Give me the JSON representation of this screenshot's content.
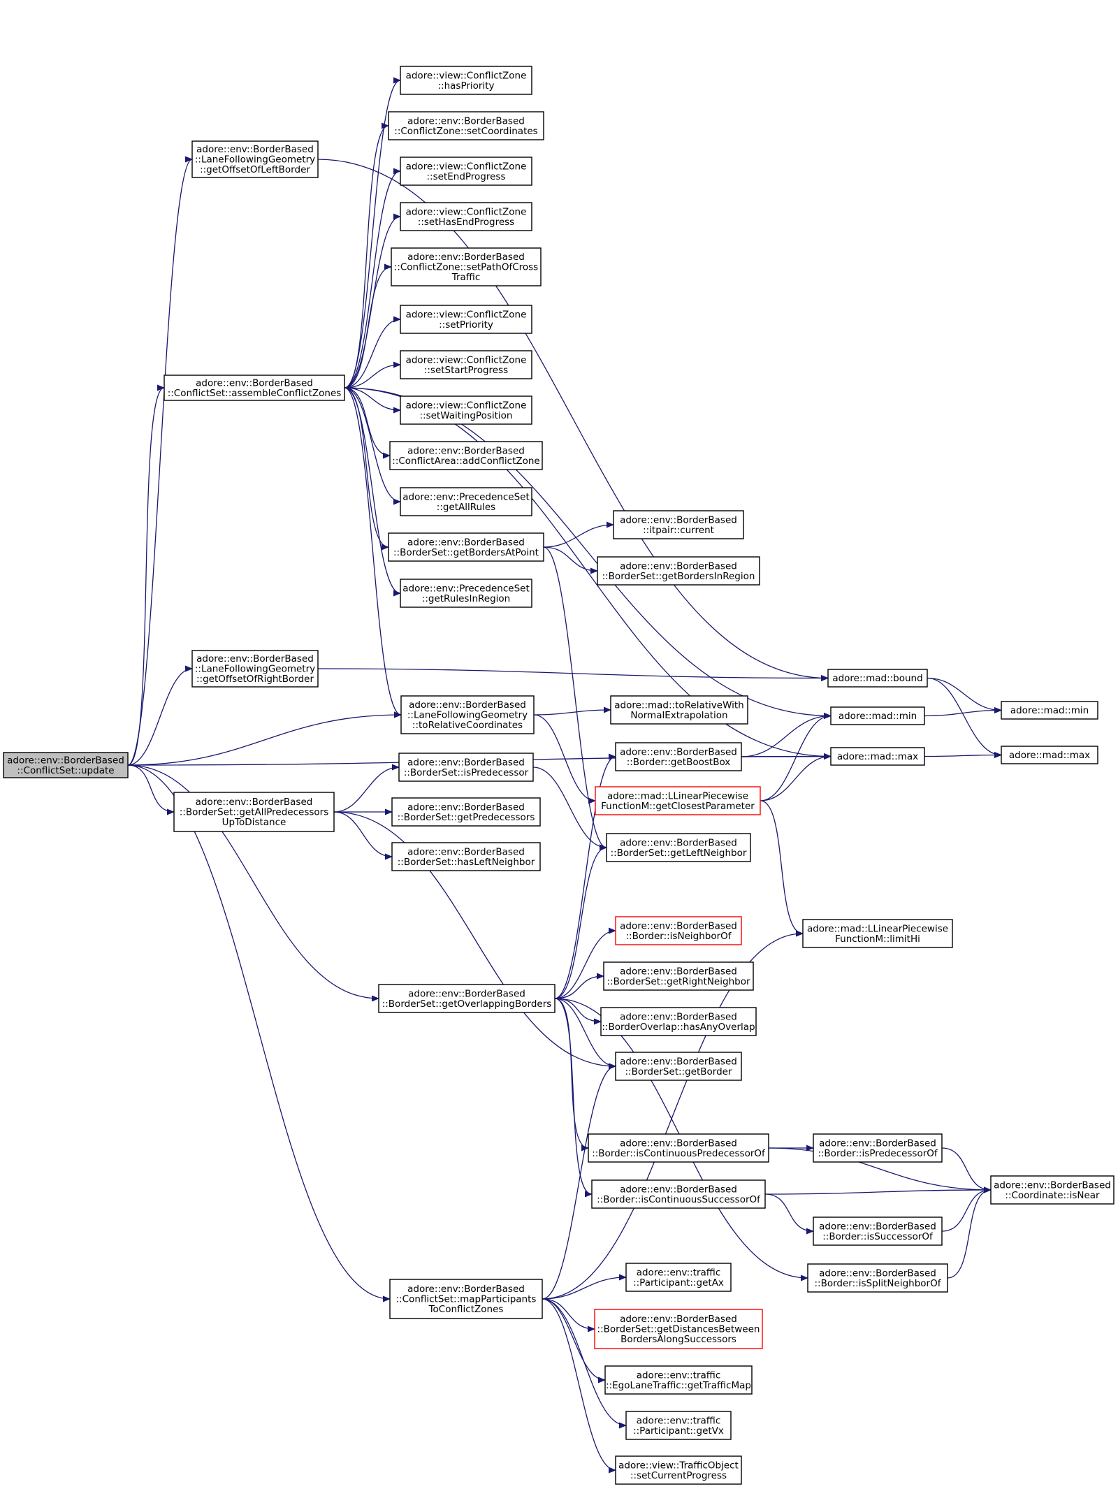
{
  "colors": {
    "edge": "#191970",
    "root_fill": "#bfbfbf",
    "node_border": "#000000",
    "highlight_border": "#ff0000"
  },
  "nodes": {
    "update": {
      "lines": [
        "adore::env::BorderBased",
        "::ConflictSet::update"
      ]
    },
    "getOffsetOfLeftBorder": {
      "lines": [
        "adore::env::BorderBased",
        "::LaneFollowingGeometry",
        "::getOffsetOfLeftBorder"
      ]
    },
    "assembleConflictZones": {
      "lines": [
        "adore::env::BorderBased",
        "::ConflictSet::assembleConflictZones"
      ]
    },
    "getOffsetOfRightBorder": {
      "lines": [
        "adore::env::BorderBased",
        "::LaneFollowingGeometry",
        "::getOffsetOfRightBorder"
      ]
    },
    "getAllPredecessorsUpToDistance": {
      "lines": [
        "adore::env::BorderBased",
        "::BorderSet::getAllPredecessors",
        "UpToDistance"
      ]
    },
    "hasPriority": {
      "lines": [
        "adore::view::ConflictZone",
        "::hasPriority"
      ]
    },
    "setCoordinates": {
      "lines": [
        "adore::env::BorderBased",
        "::ConflictZone::setCoordinates"
      ]
    },
    "setEndProgress": {
      "lines": [
        "adore::view::ConflictZone",
        "::setEndProgress"
      ]
    },
    "setHasEndProgress": {
      "lines": [
        "adore::view::ConflictZone",
        "::setHasEndProgress"
      ]
    },
    "setPathOfCrossTraffic": {
      "lines": [
        "adore::env::BorderBased",
        "::ConflictZone::setPathOfCross",
        "Traffic"
      ]
    },
    "setPriority": {
      "lines": [
        "adore::view::ConflictZone",
        "::setPriority"
      ]
    },
    "setStartProgress": {
      "lines": [
        "adore::view::ConflictZone",
        "::setStartProgress"
      ]
    },
    "setWaitingPosition": {
      "lines": [
        "adore::view::ConflictZone",
        "::setWaitingPosition"
      ]
    },
    "addConflictZone": {
      "lines": [
        "adore::env::BorderBased",
        "::ConflictArea::addConflictZone"
      ]
    },
    "getAllRules": {
      "lines": [
        "adore::env::PrecedenceSet",
        "::getAllRules"
      ]
    },
    "getBordersAtPoint": {
      "lines": [
        "adore::env::BorderBased",
        "::BorderSet::getBordersAtPoint"
      ]
    },
    "getRulesInRegion": {
      "lines": [
        "adore::env::PrecedenceSet",
        "::getRulesInRegion"
      ]
    },
    "toRelativeCoordinates": {
      "lines": [
        "adore::env::BorderBased",
        "::LaneFollowingGeometry",
        "::toRelativeCoordinates"
      ]
    },
    "isPredecessor": {
      "lines": [
        "adore::env::BorderBased",
        "::BorderSet::isPredecessor"
      ]
    },
    "getPredecessors": {
      "lines": [
        "adore::env::BorderBased",
        "::BorderSet::getPredecessors"
      ]
    },
    "hasLeftNeighbor": {
      "lines": [
        "adore::env::BorderBased",
        "::BorderSet::hasLeftNeighbor"
      ]
    },
    "getOverlappingBorders": {
      "lines": [
        "adore::env::BorderBased",
        "::BorderSet::getOverlappingBorders"
      ]
    },
    "mapParticipants": {
      "lines": [
        "adore::env::BorderBased",
        "::ConflictSet::mapParticipants",
        "ToConflictZones"
      ]
    },
    "itpairCurrent": {
      "lines": [
        "adore::env::BorderBased",
        "::itpair::current"
      ]
    },
    "getBordersInRegion": {
      "lines": [
        "adore::env::BorderBased",
        "::BorderSet::getBordersInRegion"
      ]
    },
    "toRelativeWithNormalExtrapolation": {
      "lines": [
        "adore::mad::toRelativeWith",
        "NormalExtrapolation"
      ]
    },
    "getBoostBox": {
      "lines": [
        "adore::env::BorderBased",
        "::Border::getBoostBox"
      ]
    },
    "getClosestParameter": {
      "lines": [
        "adore::mad::LLinearPiecewise",
        "FunctionM::getClosestParameter"
      ]
    },
    "getLeftNeighbor": {
      "lines": [
        "adore::env::BorderBased",
        "::BorderSet::getLeftNeighbor"
      ]
    },
    "isNeighborOf": {
      "lines": [
        "adore::env::BorderBased",
        "::Border::isNeighborOf"
      ]
    },
    "getRightNeighbor": {
      "lines": [
        "adore::env::BorderBased",
        "::BorderSet::getRightNeighbor"
      ]
    },
    "hasAnyOverlap": {
      "lines": [
        "adore::env::BorderBased",
        "::BorderOverlap::hasAnyOverlap"
      ]
    },
    "getBorder": {
      "lines": [
        "adore::env::BorderBased",
        "::BorderSet::getBorder"
      ]
    },
    "isContinuousPredecessorOf": {
      "lines": [
        "adore::env::BorderBased",
        "::Border::isContinuousPredecessorOf"
      ]
    },
    "isContinuousSuccessorOf": {
      "lines": [
        "adore::env::BorderBased",
        "::Border::isContinuousSuccessorOf"
      ]
    },
    "getAx": {
      "lines": [
        "adore::env::traffic",
        "::Participant::getAx"
      ]
    },
    "getDistancesBetweenBorders": {
      "lines": [
        "adore::env::BorderBased",
        "::BorderSet::getDistancesBetween",
        "BordersAlongSuccessors"
      ]
    },
    "getTrafficMap": {
      "lines": [
        "adore::env::traffic",
        "::EgoLaneTraffic::getTrafficMap"
      ]
    },
    "getVx": {
      "lines": [
        "adore::env::traffic",
        "::Participant::getVx"
      ]
    },
    "setCurrentProgress": {
      "lines": [
        "adore::view::TrafficObject",
        "::setCurrentProgress"
      ]
    },
    "bound": {
      "lines": [
        "adore::mad::bound"
      ]
    },
    "min1": {
      "lines": [
        "adore::mad::min"
      ]
    },
    "max1": {
      "lines": [
        "adore::mad::max"
      ]
    },
    "limitHi": {
      "lines": [
        "adore::mad::LLinearPiecewise",
        "FunctionM::limitHi"
      ]
    },
    "isPredecessorOf": {
      "lines": [
        "adore::env::BorderBased",
        "::Border::isPredecessorOf"
      ]
    },
    "isSuccessorOf": {
      "lines": [
        "adore::env::BorderBased",
        "::Border::isSuccessorOf"
      ]
    },
    "isSplitNeighborOf": {
      "lines": [
        "adore::env::BorderBased",
        "::Border::isSplitNeighborOf"
      ]
    },
    "min2": {
      "lines": [
        "adore::mad::min"
      ]
    },
    "max2": {
      "lines": [
        "adore::mad::max"
      ]
    },
    "isNear": {
      "lines": [
        "adore::env::BorderBased",
        "::Coordinate::isNear"
      ]
    }
  },
  "edges": [
    [
      "update",
      "getOffsetOfLeftBorder"
    ],
    [
      "update",
      "assembleConflictZones"
    ],
    [
      "update",
      "getOffsetOfRightBorder"
    ],
    [
      "update",
      "toRelativeCoordinates"
    ],
    [
      "update",
      "getAllPredecessorsUpToDistance"
    ],
    [
      "update",
      "max1"
    ],
    [
      "update",
      "getOverlappingBorders"
    ],
    [
      "update",
      "mapParticipants"
    ],
    [
      "getOffsetOfLeftBorder",
      "bound"
    ],
    [
      "assembleConflictZones",
      "hasPriority"
    ],
    [
      "assembleConflictZones",
      "setCoordinates"
    ],
    [
      "assembleConflictZones",
      "setEndProgress"
    ],
    [
      "assembleConflictZones",
      "setHasEndProgress"
    ],
    [
      "assembleConflictZones",
      "setPathOfCrossTraffic"
    ],
    [
      "assembleConflictZones",
      "setPriority"
    ],
    [
      "assembleConflictZones",
      "setStartProgress"
    ],
    [
      "assembleConflictZones",
      "setWaitingPosition"
    ],
    [
      "assembleConflictZones",
      "addConflictZone"
    ],
    [
      "assembleConflictZones",
      "getAllRules"
    ],
    [
      "assembleConflictZones",
      "getBordersAtPoint"
    ],
    [
      "assembleConflictZones",
      "getRulesInRegion"
    ],
    [
      "assembleConflictZones",
      "toRelativeCoordinates"
    ],
    [
      "assembleConflictZones",
      "min1"
    ],
    [
      "assembleConflictZones",
      "max1"
    ],
    [
      "getBordersAtPoint",
      "itpairCurrent"
    ],
    [
      "getBordersAtPoint",
      "getBordersInRegion"
    ],
    [
      "getBordersAtPoint",
      "getLeftNeighbor"
    ],
    [
      "getOffsetOfRightBorder",
      "bound"
    ],
    [
      "toRelativeCoordinates",
      "toRelativeWithNormalExtrapolation"
    ],
    [
      "toRelativeCoordinates",
      "getClosestParameter"
    ],
    [
      "getAllPredecessorsUpToDistance",
      "isPredecessor"
    ],
    [
      "getAllPredecessorsUpToDistance",
      "getPredecessors"
    ],
    [
      "getAllPredecessorsUpToDistance",
      "hasLeftNeighbor"
    ],
    [
      "getAllPredecessorsUpToDistance",
      "getBorder"
    ],
    [
      "isPredecessor",
      "getLeftNeighbor"
    ],
    [
      "getOverlappingBorders",
      "getBoostBox"
    ],
    [
      "getOverlappingBorders",
      "getLeftNeighbor"
    ],
    [
      "getOverlappingBorders",
      "isNeighborOf"
    ],
    [
      "getOverlappingBorders",
      "getRightNeighbor"
    ],
    [
      "getOverlappingBorders",
      "hasAnyOverlap"
    ],
    [
      "getOverlappingBorders",
      "getBorder"
    ],
    [
      "getOverlappingBorders",
      "isContinuousPredecessorOf"
    ],
    [
      "getOverlappingBorders",
      "isContinuousSuccessorOf"
    ],
    [
      "getOverlappingBorders",
      "isSplitNeighborOf"
    ],
    [
      "mapParticipants",
      "getBorder"
    ],
    [
      "mapParticipants",
      "limitHi"
    ],
    [
      "mapParticipants",
      "getAx"
    ],
    [
      "mapParticipants",
      "getDistancesBetweenBorders"
    ],
    [
      "mapParticipants",
      "getTrafficMap"
    ],
    [
      "mapParticipants",
      "getVx"
    ],
    [
      "mapParticipants",
      "setCurrentProgress"
    ],
    [
      "getBoostBox",
      "min1"
    ],
    [
      "getBoostBox",
      "max1"
    ],
    [
      "getClosestParameter",
      "min1"
    ],
    [
      "getClosestParameter",
      "max1"
    ],
    [
      "getClosestParameter",
      "limitHi"
    ],
    [
      "bound",
      "min2"
    ],
    [
      "bound",
      "max2"
    ],
    [
      "min1",
      "min2"
    ],
    [
      "max1",
      "max2"
    ],
    [
      "isContinuousPredecessorOf",
      "isPredecessorOf"
    ],
    [
      "isContinuousPredecessorOf",
      "isNear"
    ],
    [
      "isContinuousSuccessorOf",
      "isNear"
    ],
    [
      "isContinuousSuccessorOf",
      "isSuccessorOf"
    ],
    [
      "isPredecessorOf",
      "isNear"
    ],
    [
      "isSuccessorOf",
      "isNear"
    ],
    [
      "isSplitNeighborOf",
      "isNear"
    ]
  ]
}
